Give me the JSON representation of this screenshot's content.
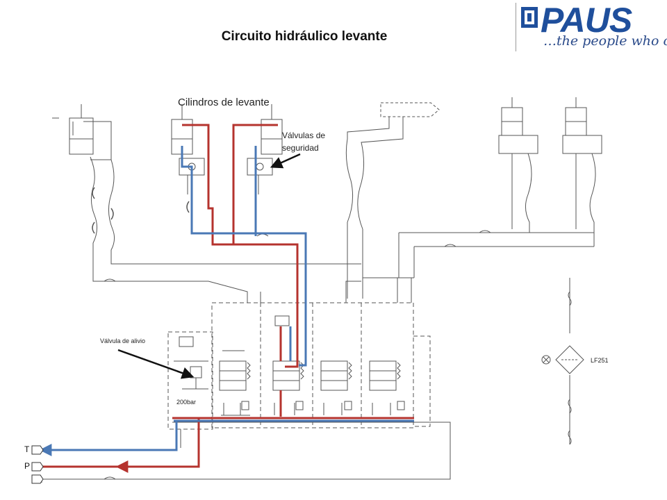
{
  "title": "Circuito hidráulico levante",
  "logo": {
    "brand": "PAUS",
    "tagline": "…the people who care"
  },
  "labels": {
    "cylinders": "Cilindros de levante",
    "safety_valves": "Válvulas de seguridad",
    "relief_valve": "Válvula de alivio",
    "relief_pressure": "200bar",
    "port_t": "T",
    "port_p": "P",
    "filter": "LF251"
  },
  "colors": {
    "pressure_line": "#b5332e",
    "return_line": "#4a78b5",
    "schematic": "#444444",
    "brand": "#1f4f9c"
  }
}
